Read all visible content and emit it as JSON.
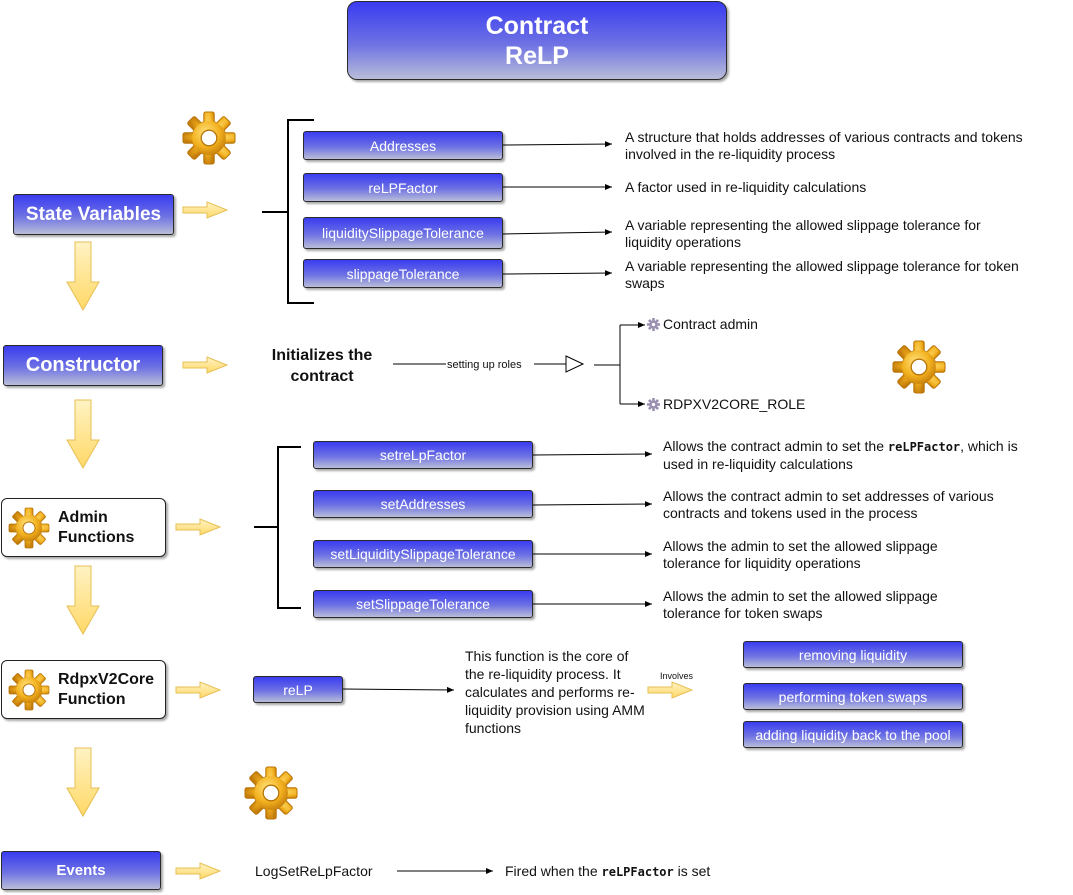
{
  "title": {
    "line1": "Contract",
    "line2": "ReLP"
  },
  "state_variables": {
    "label": "State Variables",
    "items": [
      {
        "name": "Addresses",
        "desc": "A structure that holds addresses of various contracts and tokens involved in the re-liquidity process"
      },
      {
        "name": "reLPFactor",
        "desc": "A factor used in re-liquidity calculations"
      },
      {
        "name": "liquiditySlippageTolerance",
        "desc": "A variable representing the allowed slippage tolerance for liquidity operations"
      },
      {
        "name": "slippageTolerance",
        "desc": "A variable representing the allowed slippage tolerance for token swaps"
      }
    ]
  },
  "constructor": {
    "label": "Constructor",
    "action_line1": "Initializes the",
    "action_line2": "contract",
    "edge_label": "setting up roles",
    "roles": [
      "Contract admin",
      "RDPXV2CORE_ROLE"
    ]
  },
  "admin_functions": {
    "label_line1": "Admin",
    "label_line2": "Functions",
    "items": [
      {
        "name": "setreLpFactor",
        "desc_pre": "Allows the contract admin to set the ",
        "desc_code": "reLPFactor",
        "desc_post": ", which is used in re-liquidity calculations"
      },
      {
        "name": "setAddresses",
        "desc": "Allows the contract admin to set addresses of various contracts and tokens used in the process"
      },
      {
        "name": "setLiquiditySlippageTolerance",
        "desc": "Allows the admin to set the allowed slippage tolerance for liquidity operations"
      },
      {
        "name": "setSlippageTolerance",
        "desc": "Allows the admin to set the allowed slippage tolerance for token swaps"
      }
    ]
  },
  "core_function": {
    "label_line1": "RdpxV2Core",
    "label_line2": "Function",
    "name": "reLP",
    "desc": "This function is the core of the re-liquidity process. It calculates and performs re-liquidity provision using AMM functions",
    "edge_label": "Involves",
    "steps": [
      "removing liquidity",
      "performing token swaps",
      "adding liquidity back to the pool"
    ]
  },
  "events": {
    "label": "Events",
    "name": "LogSetReLpFactor",
    "desc_pre": "Fired when the ",
    "desc_code": "reLPFactor",
    "desc_post": " is set"
  },
  "colors": {
    "box_top": "#3a3cf0",
    "box_bottom": "#b9bdd8",
    "arrow_fill": "#ffe9a0",
    "arrow_stroke": "#e8c35a",
    "gear": "#f0b21c"
  },
  "icons": [
    "gear-icon",
    "small-gear-icon",
    "block-arrow-right",
    "block-arrow-down"
  ]
}
